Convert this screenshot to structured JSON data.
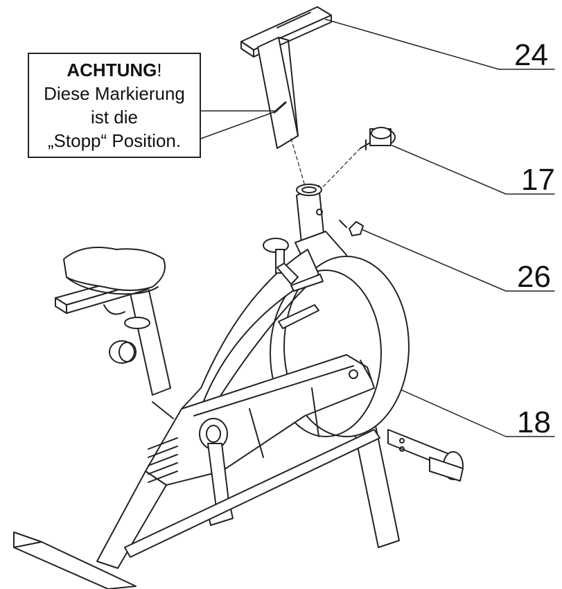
{
  "callout": {
    "title": "ACHTUNG",
    "exclamation": "!",
    "line1": "Diese Markierung",
    "line2": "ist die",
    "line3": "„Stopp“ Position."
  },
  "part_labels": {
    "p24": "24",
    "p17": "17",
    "p26": "26",
    "p18": "18"
  }
}
